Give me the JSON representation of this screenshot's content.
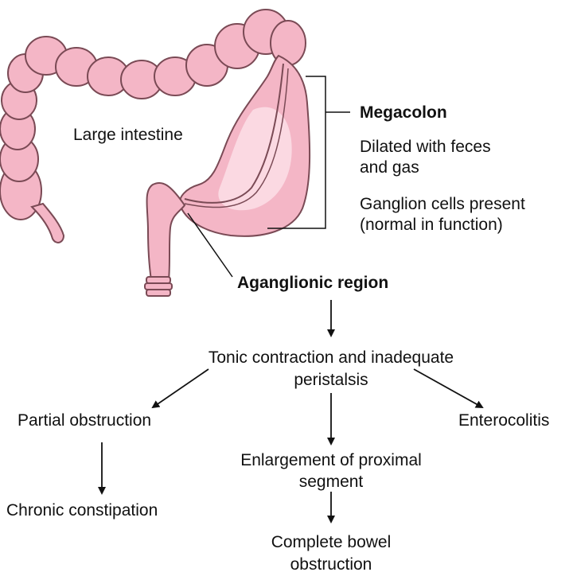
{
  "labels": {
    "large_intestine": "Large intestine",
    "megacolon_title": "Megacolon",
    "megacolon_desc_1": "Dilated with feces",
    "megacolon_desc_2": "and gas",
    "megacolon_desc_3": "Ganglion cells present",
    "megacolon_desc_4": "(normal in function)",
    "aganglionic_region": "Aganglionic region"
  },
  "flow": {
    "tonic_line1": "Tonic contraction and inadequate",
    "tonic_line2": "peristalsis",
    "partial_obstruction": "Partial obstruction",
    "chronic_constipation": "Chronic constipation",
    "enlargement_line1": "Enlargement of proximal",
    "enlargement_line2": "segment",
    "complete_line1": "Complete bowel",
    "complete_line2": "obstruction",
    "enterocolitis": "Enterocolitis"
  },
  "colors": {
    "intestine_fill": "#f4b6c6",
    "intestine_highlight": "#fbd9e2",
    "intestine_outline": "#7a4a55",
    "line": "#111111"
  }
}
